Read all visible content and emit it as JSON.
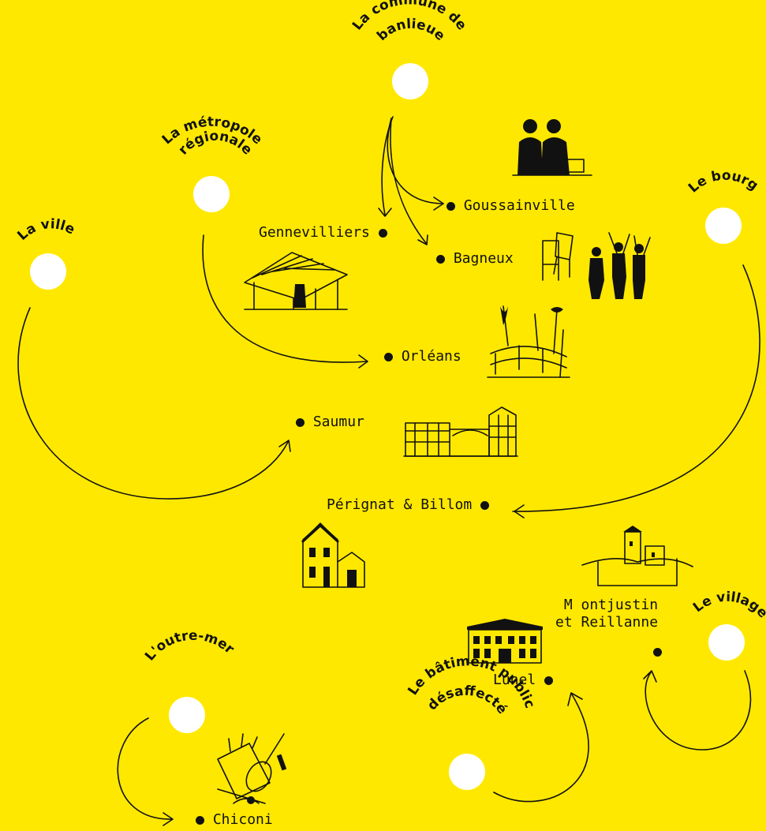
{
  "colors": {
    "background": "#FFE800",
    "ink": "#111111",
    "node": "#FFFFFF"
  },
  "categories": {
    "banlieue": "La commune de banlieue",
    "banlieue_line1": "La commune de",
    "banlieue_line2": "banlieue",
    "metropole": "La métropole régionale",
    "metropole_line1": "La métropole",
    "metropole_line2": "régionale",
    "ville": "La ville",
    "bourg": "Le bourg",
    "village": "Le village",
    "outremer": "L'outre-mer",
    "batiment": "Le bâtiment public désaffecté",
    "batiment_line1": "Le bâtiment public",
    "batiment_line2": "désaffecté"
  },
  "places": {
    "goussainville": "Goussainville",
    "gennevilliers": "Gennevilliers",
    "bagneux": "Bagneux",
    "orleans": "Orléans",
    "saumur": "Saumur",
    "perignat": "Pérignat & Billom",
    "montjustin_line1": "M ontjustin",
    "montjustin_line2": "et Reillanne",
    "lunel": "Lunel",
    "chiconi": "Chiconi"
  },
  "illustrations": [
    "workers-icon",
    "pergola-icon",
    "dancers-chairs-icon",
    "bridge-plants-icon",
    "market-hall-icon",
    "house-icon",
    "hill-village-icon",
    "town-hall-icon",
    "instruments-icon"
  ]
}
